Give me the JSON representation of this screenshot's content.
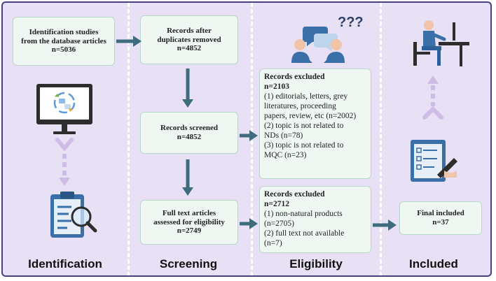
{
  "phases": [
    "Identification",
    "Screening",
    "Eligibility",
    "Included"
  ],
  "boxes": {
    "identification": [
      "Identification studies",
      "from the database articles",
      "n=5036"
    ],
    "duplicates_removed": [
      "Records after",
      "duplicates removed",
      "n=4852"
    ],
    "screened": [
      "Records screened",
      "n=4852"
    ],
    "full_text": [
      "Full text articles",
      "assessed for eligibility",
      "n=2749"
    ],
    "final_included": [
      "Final included",
      "n=37"
    ]
  },
  "excluded_1": {
    "title": "Records excluded",
    "count": "n=2103",
    "lines": [
      "(1) editorials, letters, grey",
      "literatures, proceeding",
      "papers, review, etc (n=2002)",
      "(2) topic is not related to",
      "NDs (n=78)",
      "(3) topic is not related to",
      "MQC (n=23)"
    ]
  },
  "excluded_2": {
    "title": "Records excluded",
    "count": "n=2712",
    "lines": [
      "(1) non-natural products",
      "(n=2705)",
      "(2) full text not available",
      "(n=7)"
    ]
  },
  "colors": {
    "background": "#e8e0f4",
    "border": "#4a3f86",
    "box_fill": "#eef7f2",
    "box_border": "#b9d8c9",
    "arrow": "#3f6b7e",
    "dashed_arrow": "#cdbde6",
    "icon_blue": "#3a6fa8",
    "icon_skin": "#f0c4a8"
  },
  "icons": [
    "computer-monitor-icon",
    "clipboard-magnifier-icon",
    "discussion-people-icon",
    "question-marks-icon",
    "checklist-pen-icon",
    "person-at-desk-icon"
  ],
  "decorations": {
    "question_marks": "???"
  }
}
